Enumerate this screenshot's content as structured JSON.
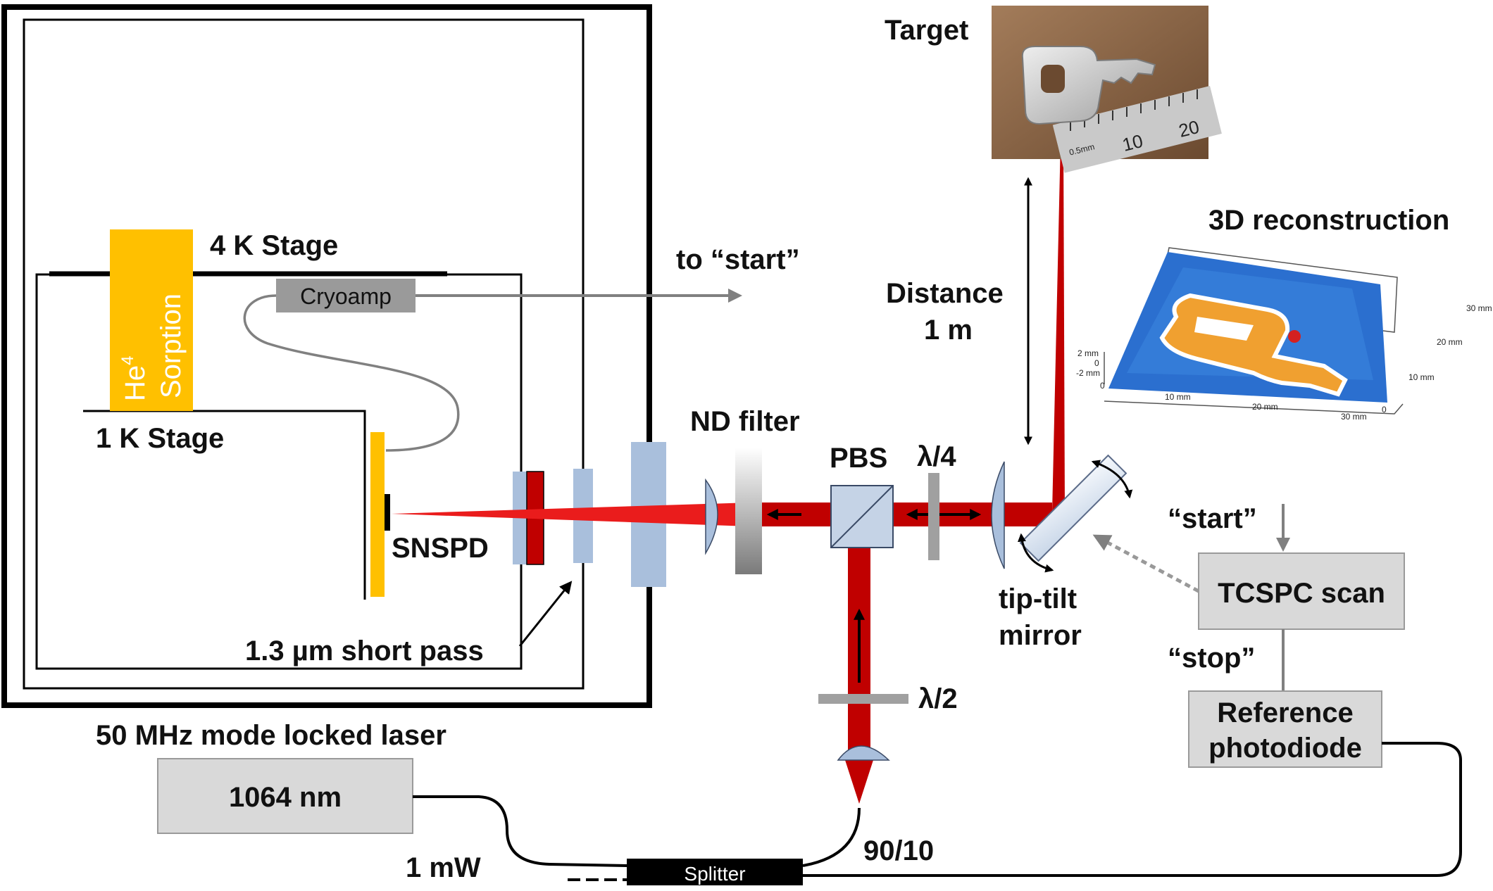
{
  "labels": {
    "target": "Target",
    "reconstruction": "3D reconstruction",
    "stage_4k": "4 K Stage",
    "stage_1k": "1 K Stage",
    "cryoamp": "Cryoamp",
    "he4": "He",
    "he4_sup": "4",
    "sorption": "Sorption",
    "to_start": "to “start”",
    "distance_line1": "Distance",
    "distance_line2": "1 m",
    "nd_filter": "ND filter",
    "pbs": "PBS",
    "quarter_wave": "λ/4",
    "half_wave": "λ/2",
    "snspd": "SNSPD",
    "short_pass": "1.3 µm short pass",
    "tip_tilt_line1": "tip-tilt",
    "tip_tilt_line2": "mirror",
    "start": "“start”",
    "stop": "“stop”",
    "tcspc": "TCSPC scan",
    "ref_line1": "Reference",
    "ref_line2": "photodiode",
    "laser_title": "50 MHz mode locked laser",
    "laser_wavelength": "1064 nm",
    "power": "1 mW",
    "splitter": "Splitter",
    "ratio": "90/10"
  },
  "ruler_marks": [
    "0.5mm",
    "10",
    "20"
  ],
  "plot3d": {
    "z_ticks": [
      "2 mm",
      "0",
      "-2 mm",
      "0"
    ],
    "x_ticks": [
      "10 mm",
      "20 mm",
      "30 mm"
    ],
    "y_ticks": [
      "30 mm",
      "20 mm",
      "10 mm",
      "0"
    ]
  },
  "colors": {
    "beam": "#c00000",
    "optics": "#a9bfdc",
    "sorption": "#ffc000",
    "gray_box": "#d9d9d9",
    "cryoamp": "#9a9a9a"
  }
}
